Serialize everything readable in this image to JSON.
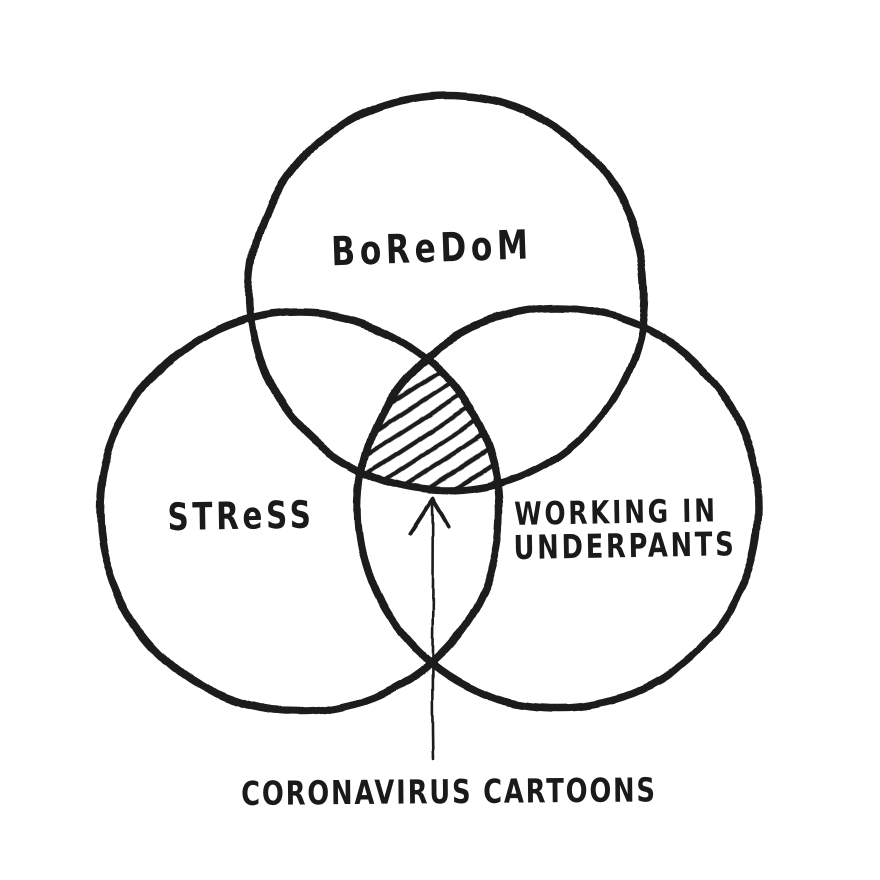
{
  "colors": {
    "background": "#ffffff",
    "ink": "#1a1a1a"
  },
  "diagram": {
    "type": "venn-3-circle-hand-drawn",
    "sets": [
      {
        "id": "boredom",
        "label": "BoReDoM"
      },
      {
        "id": "stress",
        "label": "STReSS"
      },
      {
        "id": "working-in-underpants",
        "label_line1": "WORKING IN",
        "label_line2": "UNDERPANTS"
      }
    ],
    "intersection": {
      "of": [
        "boredom",
        "stress",
        "working-in-underpants"
      ],
      "fill_style": "diagonal-hatch"
    },
    "annotation": {
      "label": "CORONAVIRUS CARTOONS",
      "points_to": "triple-intersection"
    }
  }
}
